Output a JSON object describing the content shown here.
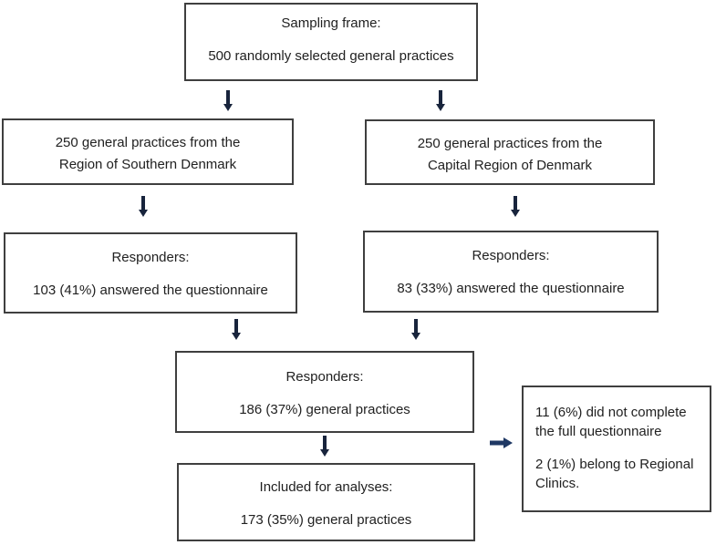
{
  "diagram": {
    "type": "flowchart",
    "boxes": {
      "sampling_frame": {
        "title": "Sampling frame:",
        "value": "500 randomly selected general practices"
      },
      "southern": {
        "line1": "250 general practices from the",
        "line2": "Region of Southern Denmark"
      },
      "capital": {
        "line1": "250 general practices from the",
        "line2": "Capital Region of Denmark"
      },
      "responders_southern": {
        "title": "Responders:",
        "value": "103 (41%) answered the questionnaire"
      },
      "responders_capital": {
        "title": "Responders:",
        "value": "83 (33%) answered the questionnaire"
      },
      "responders_total": {
        "title": "Responders:",
        "value": "186 (37%) general practices"
      },
      "included": {
        "title": "Included for analyses:",
        "value": "173 (35%) general practices"
      },
      "excluded": {
        "para1": "11 (6%) did not complete the full questionnaire",
        "para2": "2 (1%) belong to Regional Clinics."
      }
    },
    "colors": {
      "background": "#ffffff",
      "box_border": "#3f3f3f",
      "text": "#212121",
      "arrow_vertical": "#18243c",
      "arrow_horizontal": "#1f3864"
    }
  }
}
